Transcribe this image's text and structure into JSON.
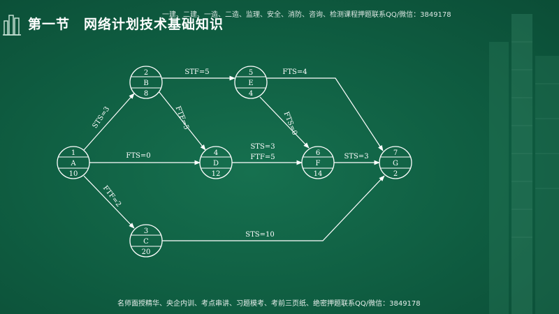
{
  "header": {
    "title": "第一节　网络计划技术基础知识",
    "watermark_top": "一建、二建、一造、二造、监理、安全、消防、咨询、检测课程押题联系QQ/微信：3849178"
  },
  "footer": {
    "watermark_bottom": "名师面授精华、央企内训、考点串讲、习题模考、考前三页纸、绝密押题联系QQ/微信：3849178"
  },
  "nodes": [
    {
      "id": "A",
      "top": "1",
      "label": "A",
      "bottom": "10"
    },
    {
      "id": "B",
      "top": "2",
      "label": "B",
      "bottom": "8"
    },
    {
      "id": "C",
      "top": "3",
      "label": "C",
      "bottom": "20"
    },
    {
      "id": "D",
      "top": "4",
      "label": "D",
      "bottom": "12"
    },
    {
      "id": "E",
      "top": "5",
      "label": "E",
      "bottom": "4"
    },
    {
      "id": "F",
      "top": "6",
      "label": "F",
      "bottom": "14"
    },
    {
      "id": "G",
      "top": "7",
      "label": "G",
      "bottom": "2"
    }
  ],
  "edges": [
    {
      "from": "A",
      "to": "B",
      "label": "STS=3"
    },
    {
      "from": "A",
      "to": "D",
      "label": "FTS=0"
    },
    {
      "from": "A",
      "to": "C",
      "label": "FTF=2"
    },
    {
      "from": "B",
      "to": "E",
      "label": "STF=5"
    },
    {
      "from": "B",
      "to": "D",
      "label": "FTF=5"
    },
    {
      "from": "E",
      "to": "G",
      "label": "FTS=4"
    },
    {
      "from": "E",
      "to": "F",
      "label": "FTS=0"
    },
    {
      "from": "D",
      "to": "F",
      "label": "STS=3",
      "label2": "FTF=5"
    },
    {
      "from": "F",
      "to": "G",
      "label": "STS=3"
    },
    {
      "from": "C",
      "to": "G",
      "label": "STS=10"
    }
  ],
  "colors": {
    "background": "#0f5d41",
    "line": "#ffffff",
    "text": "#ffffff"
  }
}
